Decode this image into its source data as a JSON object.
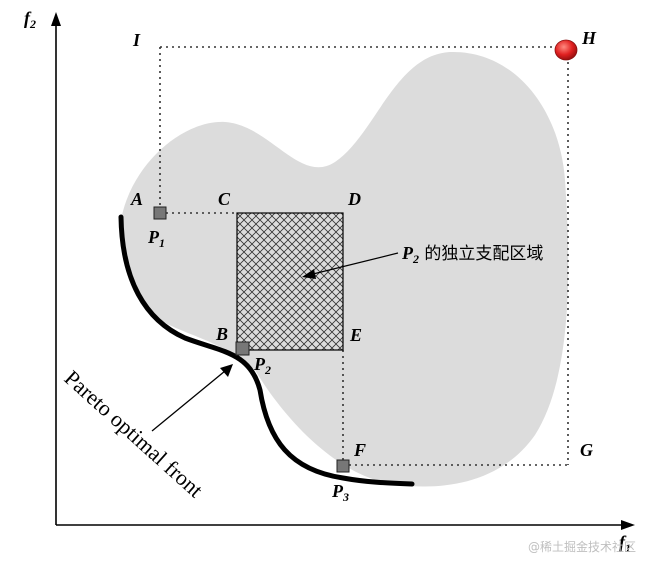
{
  "axes": {
    "x_label": "f",
    "x_sub": "1",
    "y_label": "f",
    "y_sub": "2"
  },
  "points": {
    "A": "A",
    "B": "B",
    "C": "C",
    "D": "D",
    "E": "E",
    "F": "F",
    "G": "G",
    "H": "H",
    "I": "I"
  },
  "solutions": {
    "p1": {
      "main": "P",
      "sub": "1"
    },
    "p2": {
      "main": "P",
      "sub": "2"
    },
    "p3": {
      "main": "P",
      "sub": "3"
    }
  },
  "annotation": {
    "p_main": "P",
    "p_sub": "2",
    "text": " 的独立支配区域"
  },
  "front_label": "Pareto optimal front",
  "watermark": "@稀土掘金技术社区",
  "colors": {
    "region": "#dcdcdc",
    "front": "#000000",
    "reference_point": "#e02020",
    "hatch": "#333333"
  }
}
